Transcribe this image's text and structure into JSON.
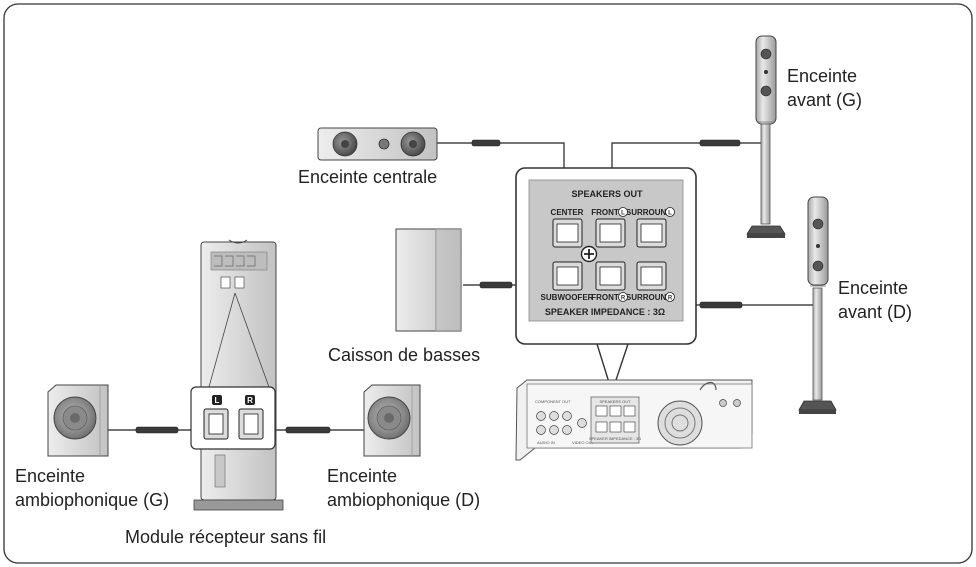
{
  "labels": {
    "center": "Enceinte centrale",
    "front_left": [
      "Enceinte",
      "avant (G)"
    ],
    "front_right": [
      "Enceinte",
      "avant (D)"
    ],
    "subwoofer": "Caisson de basses",
    "surround_left": [
      "Enceinte",
      "ambiophonique (G)"
    ],
    "surround_right": [
      "Enceinte",
      "ambiophonique (D)"
    ],
    "wireless_module": "Module récepteur sans fil"
  },
  "panel": {
    "title": "SPEAKERS OUT",
    "top_labels": [
      "CENTER",
      "FRONT",
      "SURROUND"
    ],
    "bottom_labels": [
      "SUBWOOFER",
      "FRONT",
      "SURROUND"
    ],
    "left_badge": "L",
    "right_badge": "R",
    "impedance": "SPEAKER IMPEDANCE : 3Ω"
  },
  "receiver": {
    "badge_left": "L",
    "badge_right": "R"
  },
  "main_unit": {
    "component_out": "COMPONENT OUT",
    "speakers_out": "SPEAKERS OUT",
    "audio_in": "AUDIO IN",
    "video_out": "VIDEO OUT",
    "impedance": "SPEAKER IMPEDANCE : 3Ω"
  }
}
